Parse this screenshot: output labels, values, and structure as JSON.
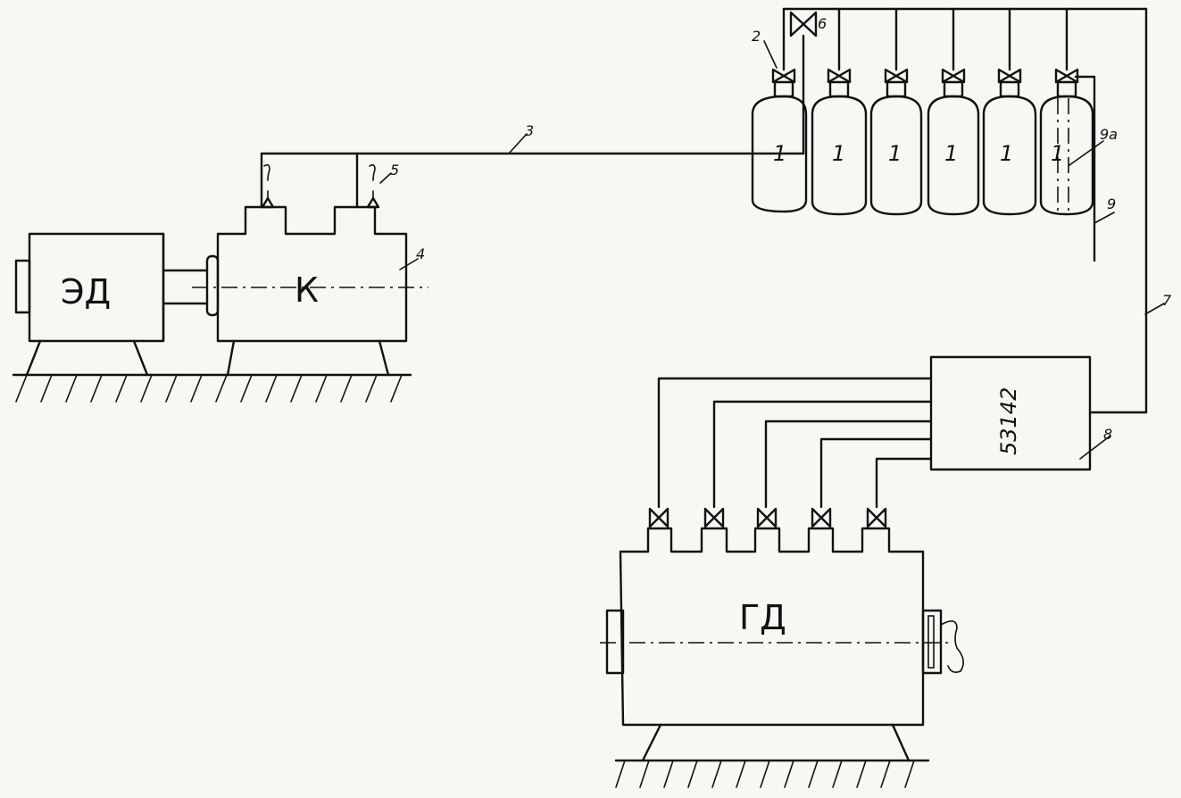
{
  "components": {
    "electric_motor": "ЭД",
    "compressor": "К",
    "gas_engine": "ГД",
    "control_unit": "53142",
    "cylinder_label": "1"
  },
  "callouts": {
    "valve": "2",
    "pipeline": "3",
    "compressor_axis": "4",
    "relief_valve": "5",
    "main_valve": "6",
    "supply_line": "7",
    "control_unit": "8",
    "tube": "9",
    "inner_tube": "9а"
  }
}
